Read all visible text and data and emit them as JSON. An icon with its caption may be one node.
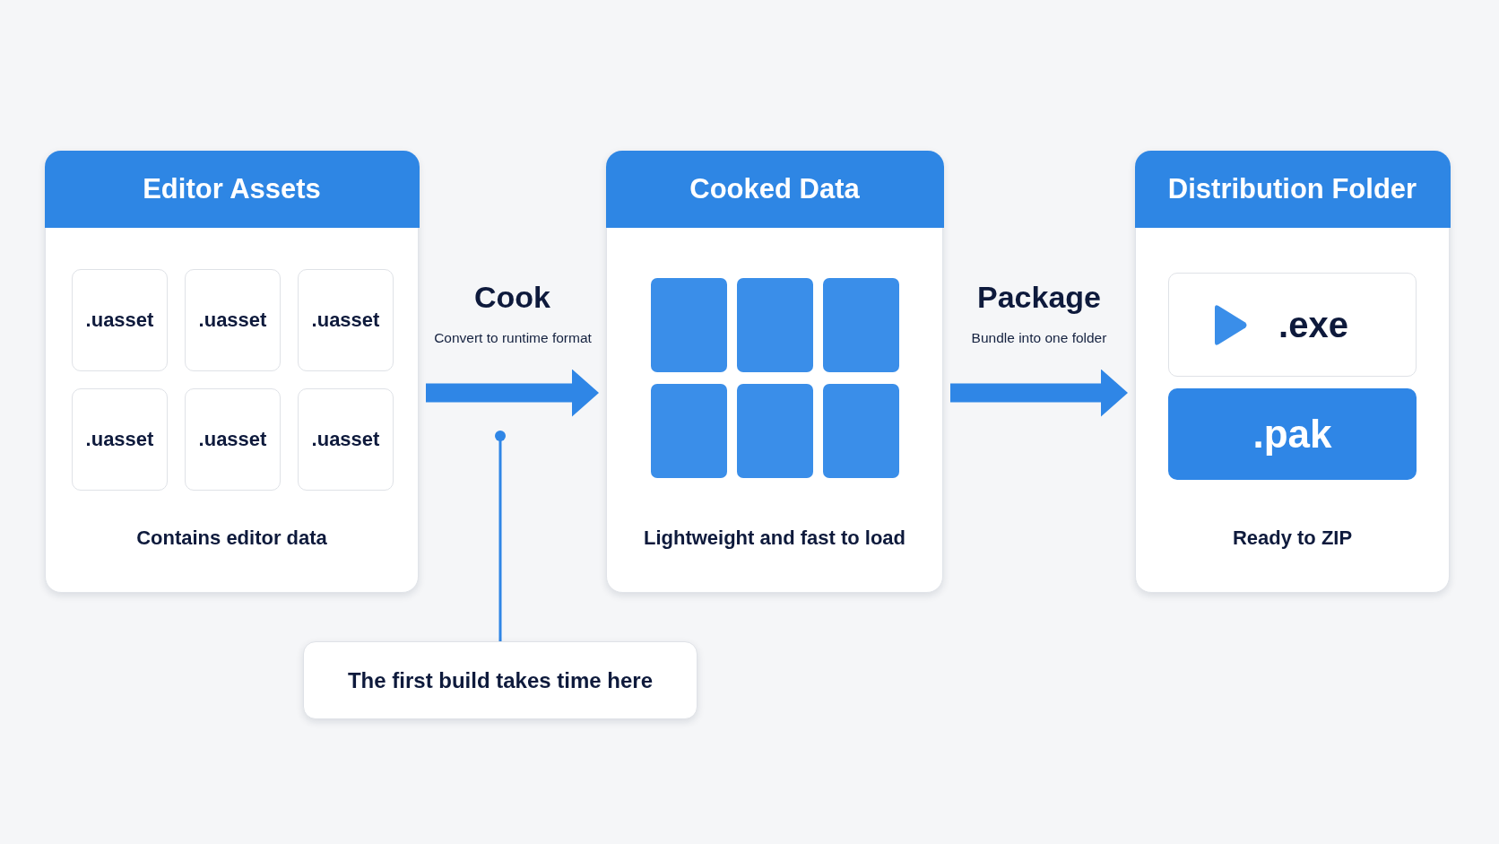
{
  "diagram": {
    "nodes": [
      {
        "text": [
          "Editor Assets",
          "Contains editor data"
        ]
      },
      {
        "text": [
          ".uasset"
        ],
        "in": 0
      },
      {
        "text": [
          ".uasset"
        ],
        "in": 0
      },
      {
        "text": [
          ".uasset"
        ],
        "in": 0
      },
      {
        "text": [
          ".uasset"
        ],
        "in": 0
      },
      {
        "text": [
          ".uasset"
        ],
        "in": 0
      },
      {
        "text": [
          ".uasset"
        ],
        "in": 0
      },
      {
        "text": [
          "Cooked Data",
          "Lightweight and fast to load"
        ]
      },
      {
        "text": [],
        "shape": "box",
        "in": 7
      },
      {
        "text": [],
        "shape": "box",
        "in": 7
      },
      {
        "text": [],
        "shape": "box",
        "in": 7
      },
      {
        "text": [],
        "shape": "box",
        "in": 7
      },
      {
        "text": [],
        "shape": "box",
        "in": 7
      },
      {
        "text": [],
        "shape": "box",
        "in": 7
      },
      {
        "text": [
          "Distribution Folder",
          "Ready to ZIP"
        ]
      },
      {
        "text": [
          ".exe"
        ],
        "in": 14
      },
      {
        "text": [
          ".pak"
        ],
        "in": 14
      },
      {
        "text": [
          "The first build takes time here"
        ]
      }
    ],
    "edges": [
      {
        "from": 0,
        "to": 7,
        "arrow": "to",
        "label": "Cook"
      },
      {
        "from": 7,
        "to": 14,
        "arrow": "to",
        "label": "Package"
      },
      {
        "from": 17,
        "to": null,
        "arrow": "other"
      }
    ],
    "labels": [
      "Convert to runtime format",
      "Bundle into one folder"
    ]
  }
}
